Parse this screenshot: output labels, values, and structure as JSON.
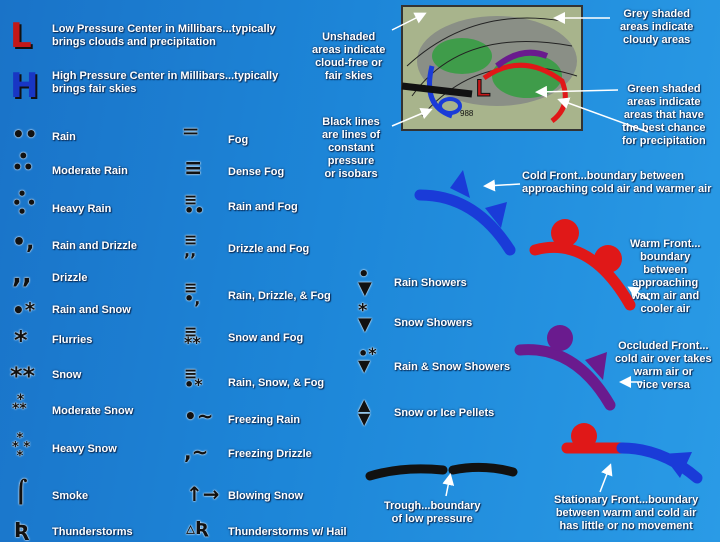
{
  "pressure": [
    {
      "letter": "L",
      "label": "Low Pressure Center in Millibars...typically\nbrings clouds and precipitation",
      "color": "#c41818"
    },
    {
      "letter": "H",
      "label": "High Pressure Center in Millibars...typically\nbrings fair skies",
      "color": "#1836c4"
    }
  ],
  "column1": [
    "Rain",
    "Moderate Rain",
    "Heavy Rain",
    "Rain and Drizzle",
    "Drizzle",
    "Rain and Snow",
    "Flurries",
    "Snow",
    "Moderate Snow",
    "Heavy Snow",
    "Smoke",
    "Thunderstorms"
  ],
  "column2": [
    "Fog",
    "Dense Fog",
    "Rain and Fog",
    "Drizzle and Fog",
    "Rain, Drizzle, & Fog",
    "Snow and Fog",
    "Rain, Snow, & Fog",
    "Freezing Rain",
    "Freezing Drizzle",
    "Blowing Snow",
    "Thunderstorms w/ Hail"
  ],
  "column3": [
    "Rain Showers",
    "Snow Showers",
    "Rain & Snow Showers",
    "Snow or Ice Pellets"
  ],
  "map_annotations": {
    "unshaded": "Unshaded\nareas indicate\ncloud-free or\nfair skies",
    "grey": "Grey shaded\nareas indicate\ncloudy areas",
    "green": "Green shaded\nareas indicate\nareas that have\nthe best chance\nfor precipitation",
    "isobars": "Black lines\nare lines of\nconstant\npressure\nor isobars",
    "map_low_letter": "L",
    "map_isobar_value": "988"
  },
  "fronts": {
    "cold": "Cold Front...boundary between\napproaching cold air and warmer air",
    "warm": "Warm Front...\nboundary\nbetween\napproaching\nwarm air and\ncooler air",
    "occluded": "Occluded Front...\ncold air over takes\nwarm air or\nvice versa",
    "trough": "Trough...boundary\nof low pressure",
    "stationary": "Stationary Front...boundary\nbetween warm and cold air\nhas little or no movement"
  },
  "colors": {
    "cold": "#1a3bd8",
    "warm": "#e01818",
    "occluded": "#6a1b8e",
    "map_green": "#3f9c4a",
    "map_grey": "#8a8f86"
  }
}
